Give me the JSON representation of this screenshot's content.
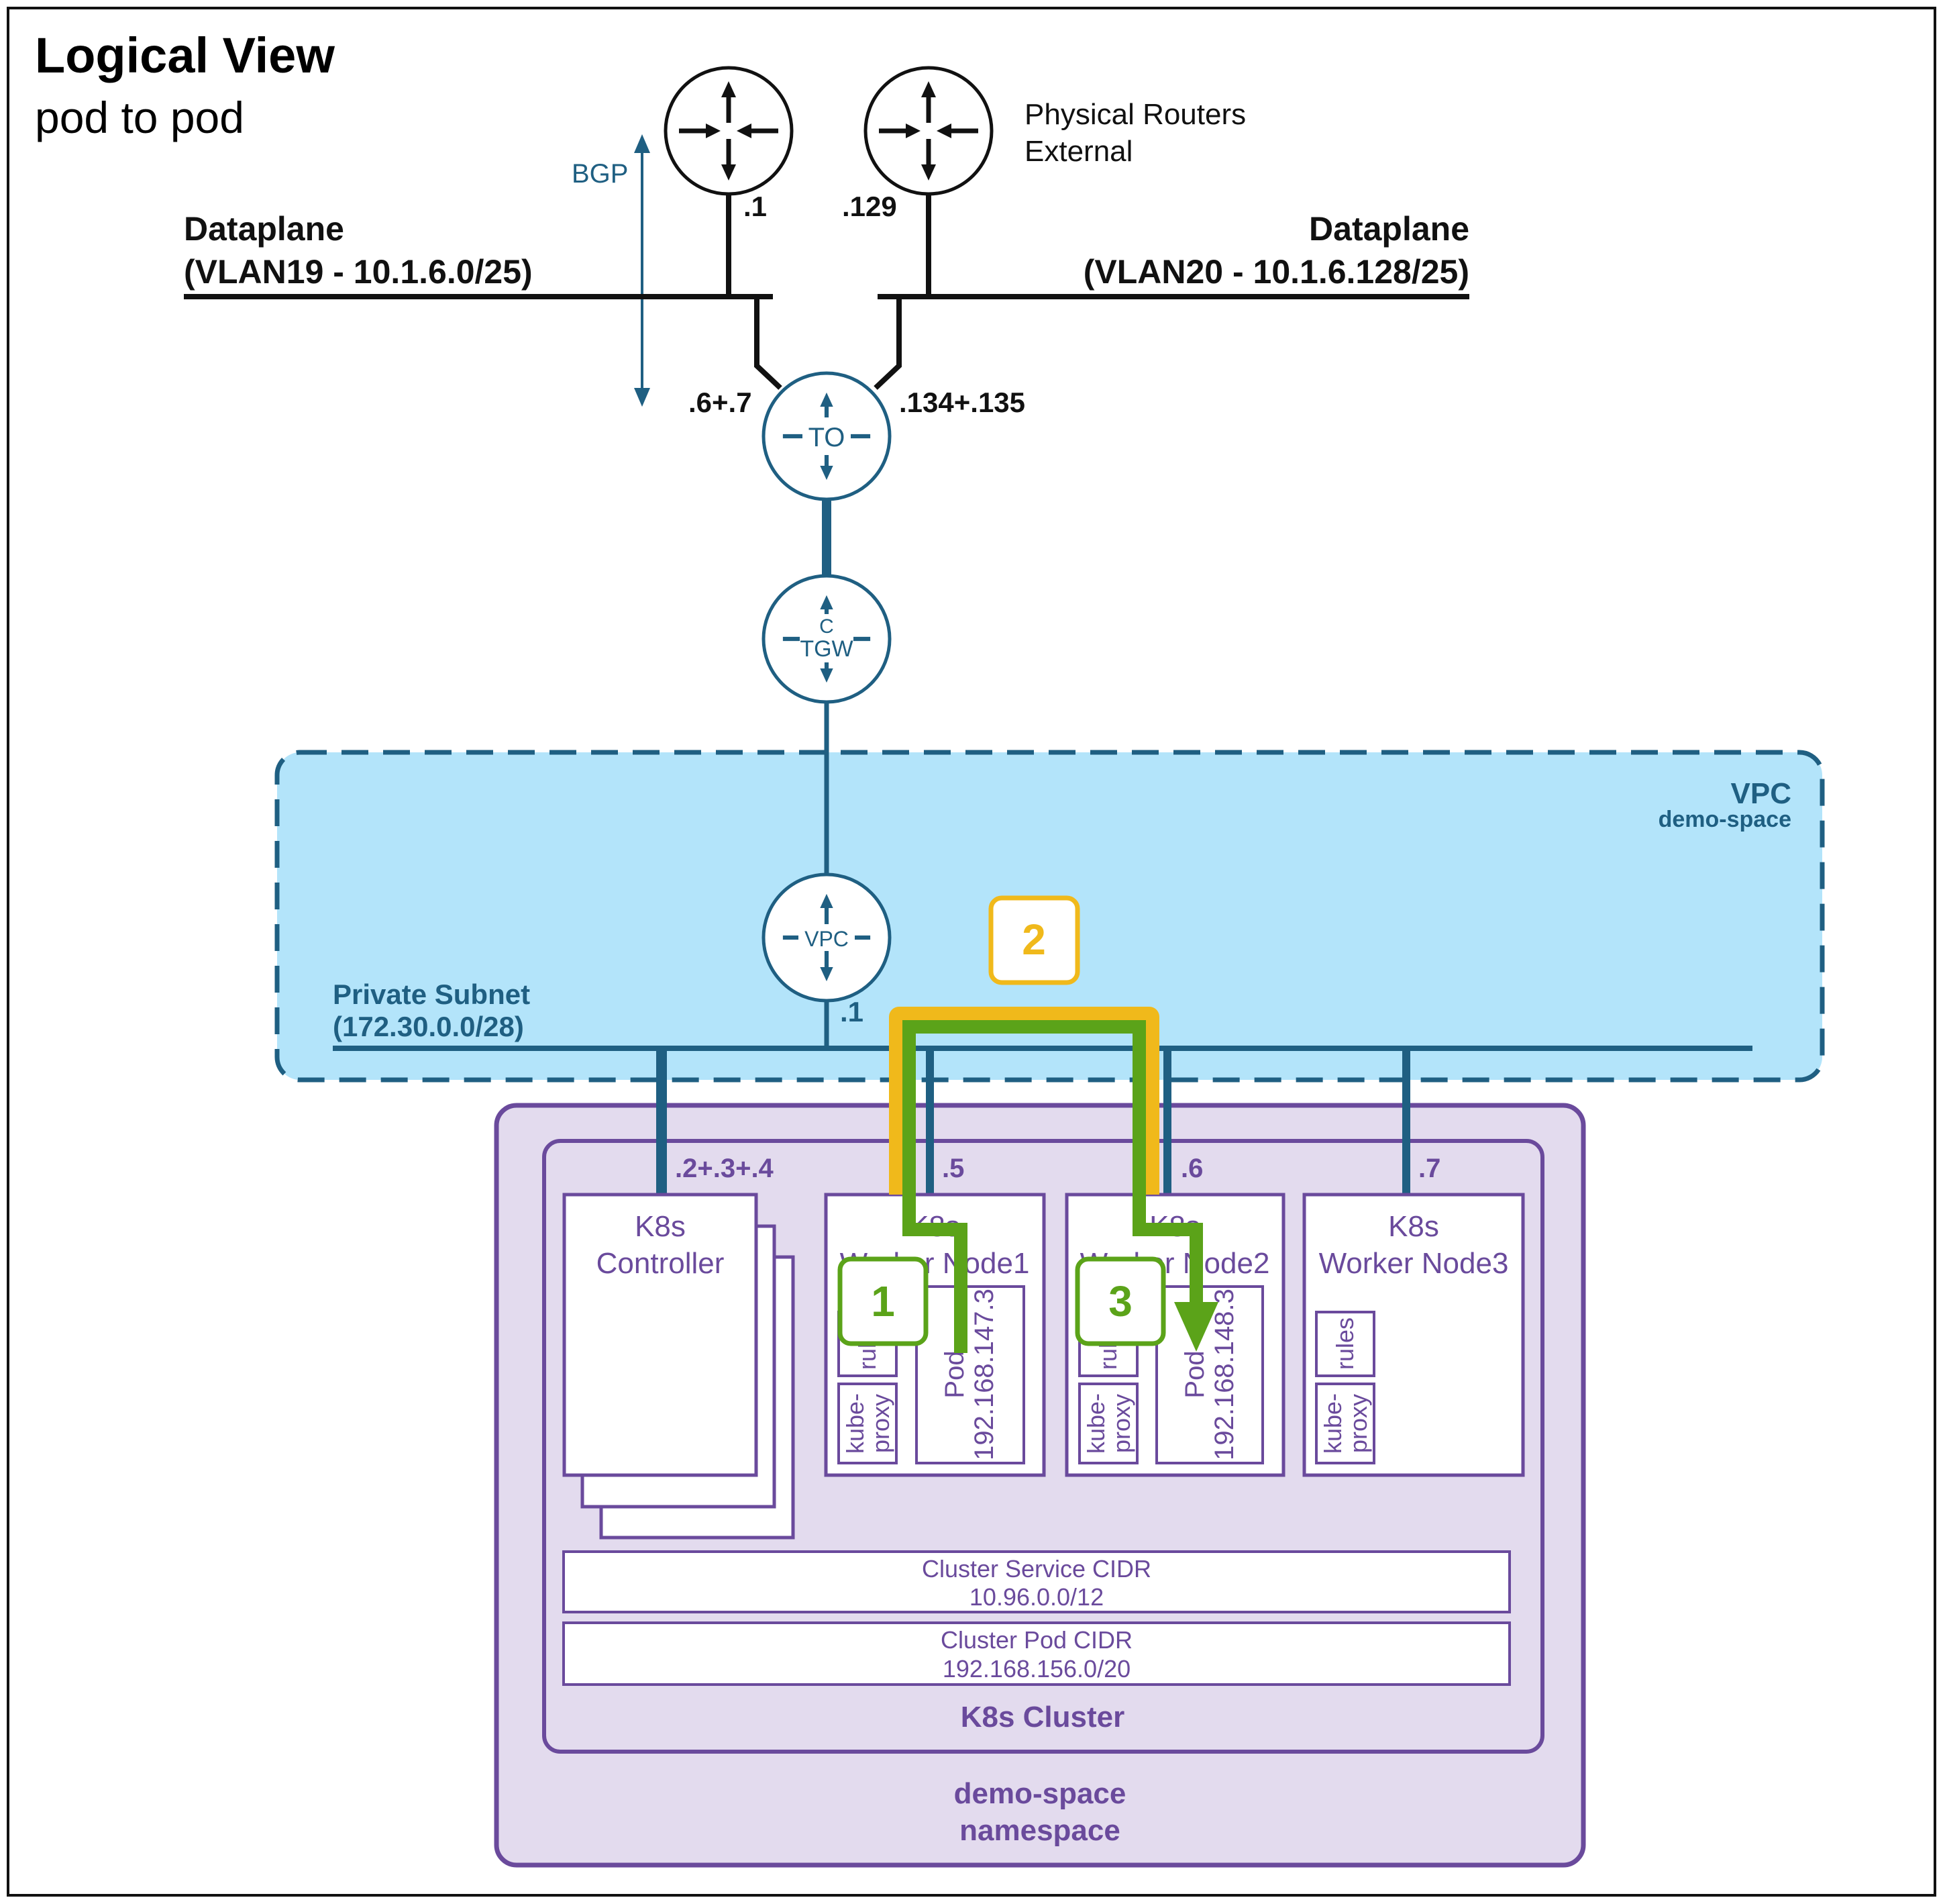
{
  "title": "Logical View",
  "subtitle": "pod to pod",
  "routers_label": [
    "Physical Routers",
    "External"
  ],
  "bgp_label": "BGP",
  "router_left_ip": ".1",
  "router_right_ip": ".129",
  "dataplane_left": [
    "Dataplane",
    "(VLAN19 - 10.1.6.0/25)"
  ],
  "dataplane_right": [
    "Dataplane",
    "(VLAN20 - 10.1.6.128/25)"
  ],
  "t0": {
    "label": "TO",
    "ip_left": ".6+.7",
    "ip_right": ".134+.135"
  },
  "tgw": {
    "label_top": "C",
    "label_bottom": "TGW"
  },
  "vpc": {
    "title": "VPC",
    "subtitle": "demo-space",
    "router_label": "VPC",
    "router_ip": ".1"
  },
  "private_subnet": [
    "Private Subnet",
    "(172.30.0.0/28)"
  ],
  "node_ips": {
    "controller": ".2+.3+.4",
    "worker1": ".5",
    "worker2": ".6",
    "worker3": ".7"
  },
  "controller": [
    "K8s",
    "Controller"
  ],
  "worker1": {
    "lines": [
      "K8s",
      "Worker Node1"
    ],
    "pod": [
      "Pod",
      "192.168.147.3"
    ],
    "rules": "rules",
    "proxy": [
      "kube-",
      "proxy"
    ]
  },
  "worker2": {
    "lines": [
      "K8s",
      "Worker Node2"
    ],
    "pod": [
      "Pod",
      "192.168.148.3"
    ],
    "rules": "rules",
    "proxy": [
      "kube-",
      "proxy"
    ]
  },
  "worker3": {
    "lines": [
      "K8s",
      "Worker Node3"
    ],
    "rules": "rules",
    "proxy": [
      "kube-",
      "proxy"
    ]
  },
  "service_cidr": [
    "Cluster Service CIDR",
    "10.96.0.0/12"
  ],
  "pod_cidr": [
    "Cluster Pod CIDR",
    "192.168.156.0/20"
  ],
  "cluster_label": "K8s Cluster",
  "namespace_label": [
    "demo-space",
    "namespace"
  ],
  "steps": [
    "1",
    "2",
    "3"
  ],
  "colors": {
    "teal": "#1f5f82",
    "vpc_fill": "#b3e4fa",
    "purple": "#6a4a9c",
    "lavender": "#e3dbee",
    "green": "#5ba319",
    "yellow": "#f0b91b"
  }
}
